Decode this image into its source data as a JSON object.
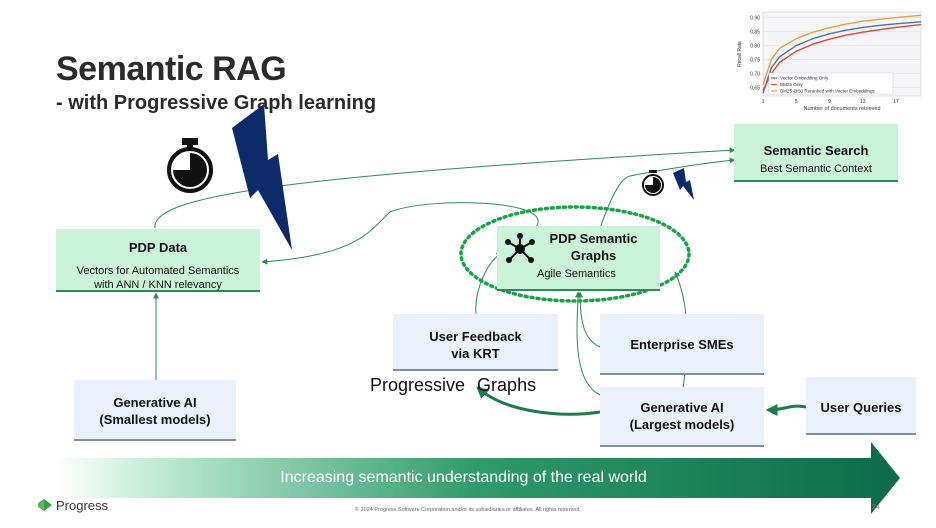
{
  "slide": {
    "title": "Semantic RAG",
    "subtitle": "- with Progressive Graph learning"
  },
  "boxes": {
    "pdp_data": {
      "title": "PDP Data",
      "line1": "Vectors for Automated Semantics",
      "line2": "with ANN / KNN relevancy"
    },
    "semantic_search": {
      "title": "Semantic Search",
      "sub": "Best Semantic Context"
    },
    "pdp_semantic_graphs": {
      "title_line1": "PDP Semantic",
      "title_line2": "Graphs",
      "sub": "Agile Semantics"
    },
    "user_feedback": {
      "line1": "User Feedback",
      "line2": "via KRT"
    },
    "enterprise_smes": {
      "label": "Enterprise SMEs"
    },
    "generative_ai_small": {
      "line1": "Generative AI",
      "line2": "(Smallest models)"
    },
    "generative_ai_large": {
      "line1": "Generative AI",
      "line2": "(Largest models)"
    },
    "user_queries": {
      "label": "User Queries"
    }
  },
  "progressive_graphs": {
    "word1": "Progressive",
    "word2": "Graphs"
  },
  "banner": {
    "text": "Increasing semantic understanding of the real world",
    "color_start": "#ffffff",
    "color_end": "#0b6b4b"
  },
  "footer": {
    "logo_text": "Progress",
    "copyright": "© 2024 Progress Software Corporation and/or its subsidiaries or affiliates. All rights reserved.",
    "page_number": "24"
  },
  "icons": [
    "stopwatch-icon",
    "lightning-icon",
    "graph-network-icon",
    "progress-logo-icon"
  ],
  "colors": {
    "accent_green": "#2e8b57",
    "box_green": "#cbf3d9",
    "box_blue": "#eaf1fb",
    "lightning": "#0d2a6b",
    "dotted_ellipse": "#1aa34a"
  },
  "chart_data": {
    "type": "line",
    "ylabel": "Recall Rate",
    "xlabel": "Number of documents retrieved",
    "x_ticks": [
      "1",
      "5",
      "9",
      "13",
      "17"
    ],
    "y_ticks": [
      "0.65",
      "0.70",
      "0.75",
      "0.80",
      "0.85",
      "0.90"
    ],
    "xlim": [
      1,
      20
    ],
    "ylim": [
      0.62,
      0.92
    ],
    "legend_position": "bottom-right",
    "x": [
      1,
      2,
      3,
      5,
      7,
      9,
      11,
      13,
      15,
      17,
      20
    ],
    "series": [
      {
        "name": "Vector Embedding Only",
        "color": "#4c72b0",
        "values": [
          0.63,
          0.72,
          0.76,
          0.8,
          0.825,
          0.842,
          0.855,
          0.865,
          0.872,
          0.878,
          0.885
        ]
      },
      {
        "name": "BM25 Only",
        "color": "#dd4444",
        "values": [
          0.64,
          0.7,
          0.74,
          0.78,
          0.805,
          0.823,
          0.837,
          0.848,
          0.857,
          0.865,
          0.875
        ]
      },
      {
        "name": "BM25 @50 Reranked with Vector Embeddings",
        "color": "#e8a23a",
        "values": [
          0.66,
          0.75,
          0.79,
          0.825,
          0.848,
          0.864,
          0.877,
          0.887,
          0.894,
          0.9,
          0.908
        ]
      }
    ]
  }
}
